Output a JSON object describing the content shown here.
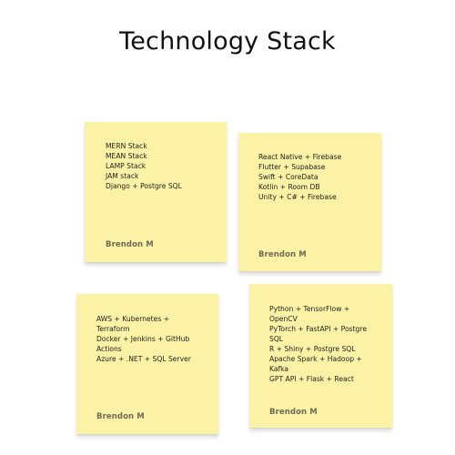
{
  "title": "Technology Stack",
  "notes": [
    {
      "lines": [
        "MERN Stack",
        "MEAN Stack",
        "LAMP Stack",
        "JAM stack",
        "Django + Postgre SQL"
      ],
      "author": "Brendon M"
    },
    {
      "lines": [
        "React Native + Firebase",
        "Flutter + Supabase",
        "Swift + CoreData",
        "Kotlin + Room DB",
        "Unity + C# + Firebase"
      ],
      "author": "Brendon M"
    },
    {
      "lines": [
        "AWS + Kubernetes + Terraform",
        "Docker + Jenkins + GitHub Actions",
        "Azure + .NET + SQL Server"
      ],
      "author": "Brendon M"
    },
    {
      "lines": [
        "Python + TensorFlow + OpenCV",
        "PyTorch + FastAPI + Postgre SQL",
        "R + Shiny + Postgre SQL",
        "Apache Spark + Hadoop + Kafka",
        "GPT API + Flask + React"
      ],
      "author": "Brendon M"
    }
  ],
  "colors": {
    "note_background": "#fbf2a6",
    "author_text": "#6f6a55"
  }
}
